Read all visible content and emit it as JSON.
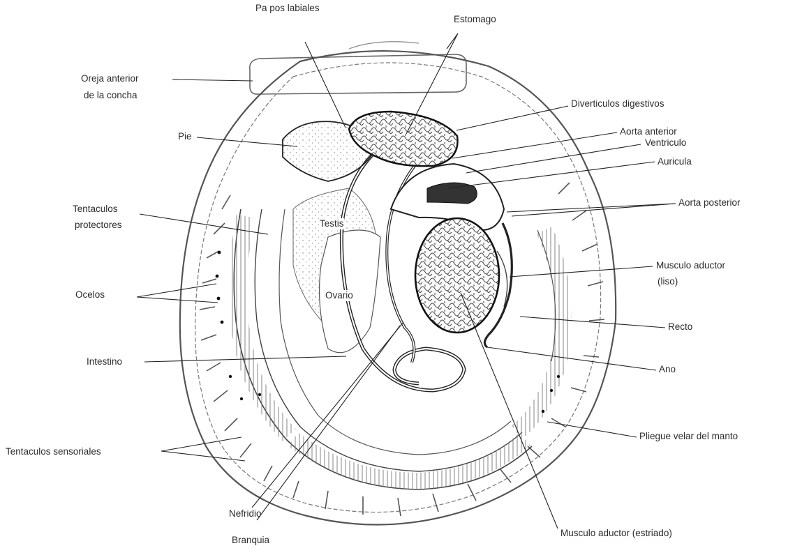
{
  "labels": {
    "palpos_labiales": "Pa pos labiales",
    "estomago": "Estomago",
    "oreja_l1": "Oreja anterior",
    "oreja_l2": "de la concha",
    "diverticulos": "Diverticulos digestivos",
    "aorta_anterior": "Aorta anterior",
    "pie": "Pie",
    "ventriculo": "Ventriculo",
    "auricula": "Auricula",
    "tentaculos_protectores_l1": "Tentaculos",
    "tentaculos_protectores_l2": "protectores",
    "aorta_posterior": "Aorta posterior",
    "testis": "Testis",
    "musculo_liso_l1": "Musculo aductor",
    "musculo_liso_l2": "(liso)",
    "ocelos": "Ocelos",
    "ovario": "Ovario",
    "recto": "Recto",
    "intestino": "Intestino",
    "ano": "Ano",
    "pliegue": "Pliegue velar del manto",
    "tentaculos_sensoriales": "Tentaculos sensoriales",
    "nefridio": "Nefridio",
    "branquia": "Branquia",
    "musculo_estriado": "Musculo aductor (estriado)"
  }
}
